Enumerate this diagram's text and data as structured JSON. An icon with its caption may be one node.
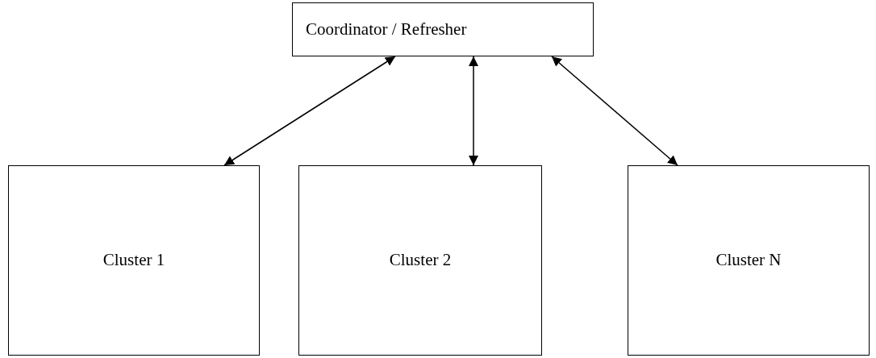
{
  "diagram": {
    "nodes": [
      {
        "text": [
          "Coordinator / Refresher"
        ]
      },
      {
        "text": [
          "Cluster 1"
        ]
      },
      {
        "text": [
          "Cluster 2"
        ]
      },
      {
        "text": [
          "Cluster N"
        ]
      }
    ],
    "edges": [
      {
        "from": 0,
        "to": 1,
        "arrow": "both"
      },
      {
        "from": 0,
        "to": 2,
        "arrow": "both"
      },
      {
        "from": 0,
        "to": 3,
        "arrow": "both"
      }
    ]
  }
}
